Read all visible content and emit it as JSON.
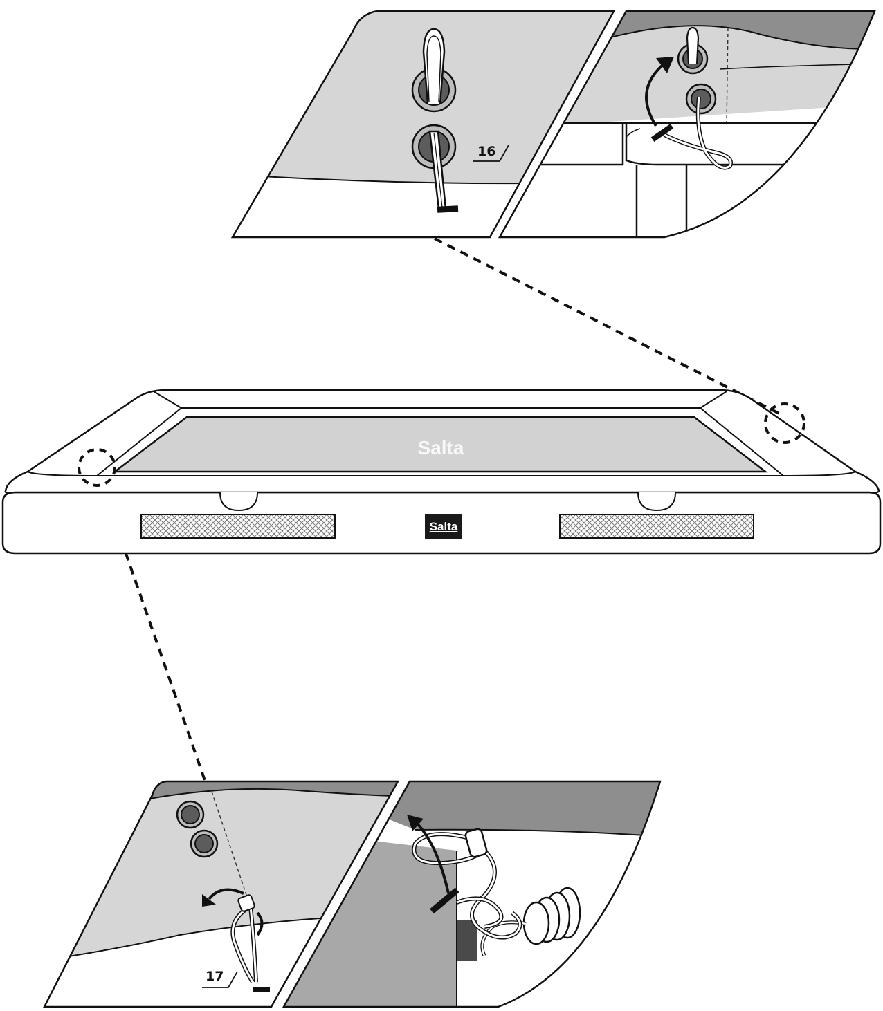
{
  "callouts": {
    "step_16": "16",
    "step_17": "17"
  },
  "brand": {
    "mat_logo": "Salta",
    "side_badge": "Salta"
  },
  "colors": {
    "line": "#111111",
    "panel_light": "#d6d6d6",
    "panel_dark": "#9a9a9a",
    "grommet": "#5c5c5c",
    "mat": "#d2d2d2",
    "badge_bg": "#1a1a1a"
  }
}
